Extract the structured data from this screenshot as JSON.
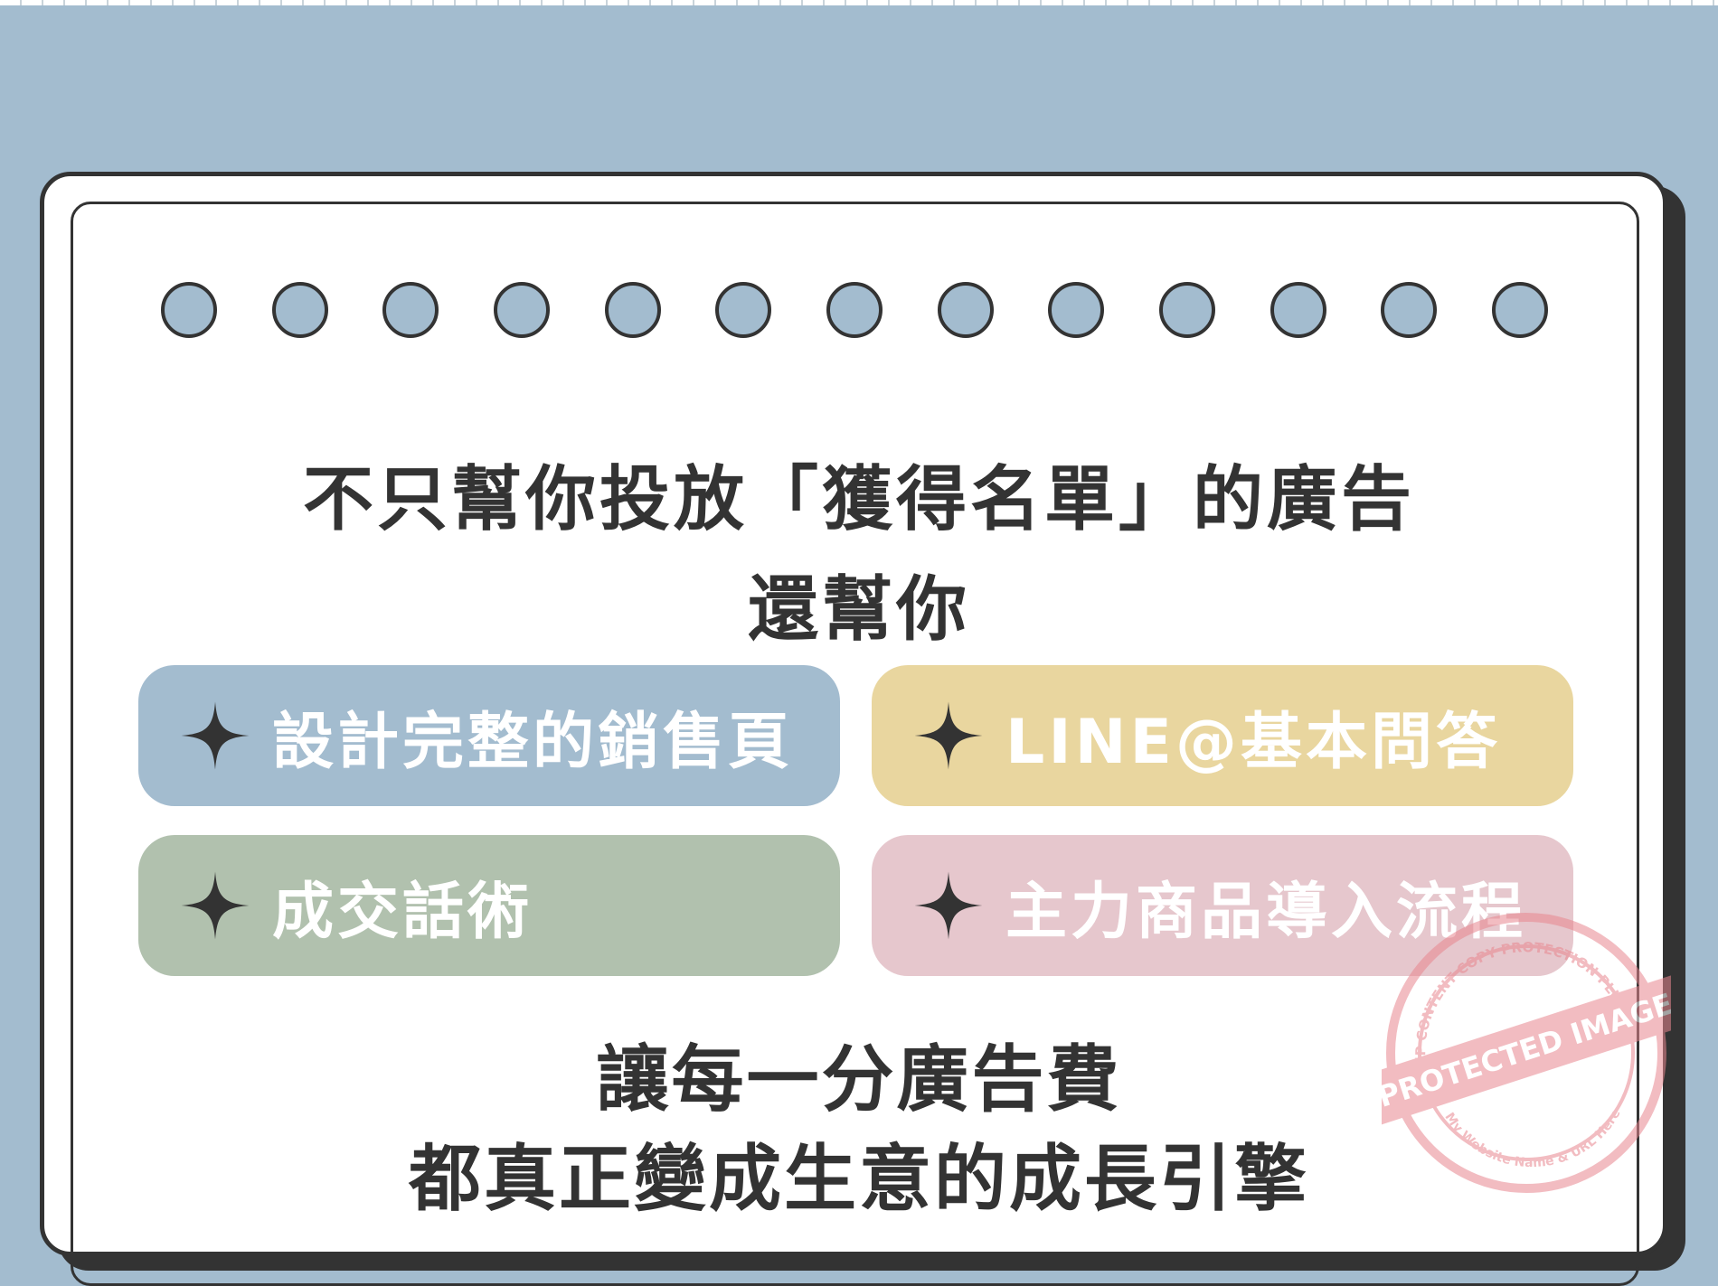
{
  "headline": {
    "line1": "不只幫你投放「獲得名單」的廣告",
    "line2": "還幫你"
  },
  "features": [
    {
      "label": "設計完整的銷售頁",
      "color": "#a3bccf"
    },
    {
      "label": "LINE@基本問答",
      "color": "#e9d69f"
    },
    {
      "label": "成交話術",
      "color": "#b1c1ae"
    },
    {
      "label": "主力商品導入流程",
      "color": "#e6c7cd"
    }
  ],
  "closing": {
    "line1": "讓每一分廣告費",
    "line2": "都真正變成生意的成長引擎"
  },
  "watermark": {
    "top_text": "WP CONTENT COPY PROTECTION PLUGIN",
    "band_text": "PROTECTED IMAGE",
    "bottom_text": "My Website Name & URL Here"
  },
  "colors": {
    "background": "#a3bccf",
    "ink": "#333333",
    "card": "#ffffff",
    "watermark": "#e8868f"
  }
}
